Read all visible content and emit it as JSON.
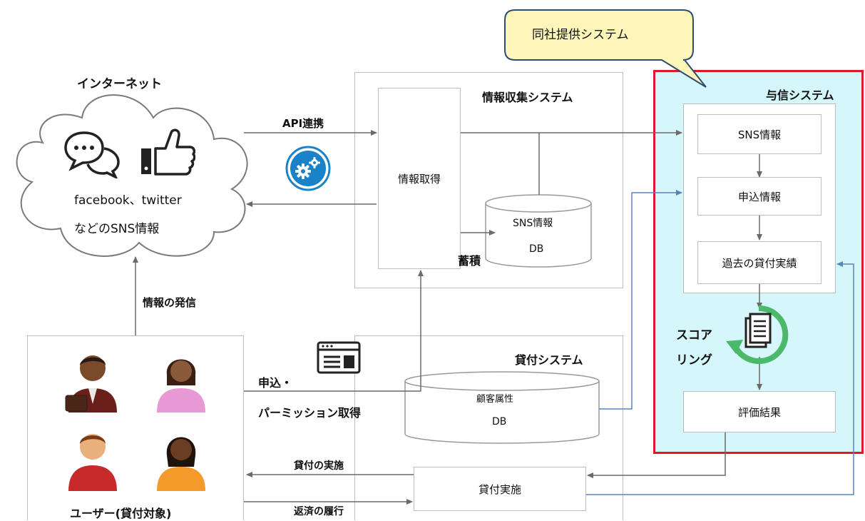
{
  "callout": {
    "text": "同社提供システム"
  },
  "internet": {
    "title": "インターネット",
    "line1": "facebook、twitter",
    "line2": "などのSNS情報"
  },
  "info_collect": {
    "title": "情報収集システム",
    "acquire": "情報取得",
    "db_name": "SNS情報",
    "db_suffix": "DB",
    "store": "蓄積"
  },
  "credit": {
    "title": "与信システム",
    "sns": "SNS情報",
    "application": "申込情報",
    "history": "過去の貸付実績",
    "scoring_1": "スコア",
    "scoring_2": "リング",
    "result": "評価結果"
  },
  "lending": {
    "title": "貸付システム",
    "db_name": "顧客属性",
    "db_suffix": "DB",
    "execute": "貸付実施"
  },
  "users": {
    "title": "ユーザー(貸付対象)"
  },
  "flows": {
    "api": "API連携",
    "send_info": "情報の発信",
    "apply_1": "申込・",
    "apply_2": "パーミッション取得",
    "loan_exec": "貸付の実施",
    "repay": "返済の履行"
  },
  "colors": {
    "credit_border": "#e0182d",
    "credit_fill": "#d5f6fb",
    "callout_fill": "#fdf6b8",
    "callout_border": "#2c4c72",
    "line": "#6a6a6a",
    "blue_line": "#5a84b8",
    "gear_blue": "#1a82c8",
    "score_green": "#4bb96a"
  }
}
